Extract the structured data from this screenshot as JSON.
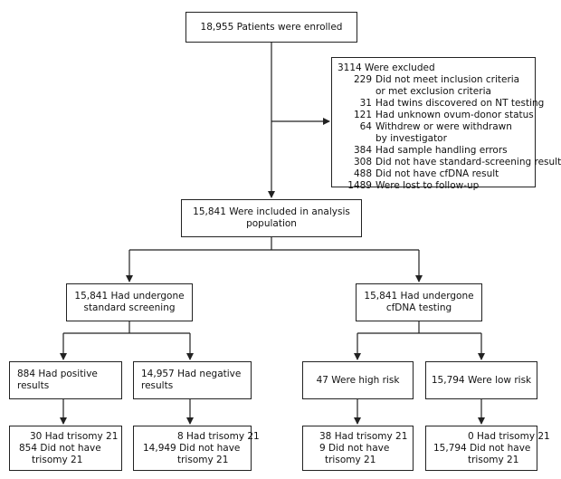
{
  "enrolled": {
    "lines": [
      "18,955 Patients were enrolled"
    ]
  },
  "excluded": {
    "title": "3114 Were excluded",
    "items": [
      {
        "num": "229",
        "lines": [
          "Did not meet inclusion criteria",
          "or met exclusion criteria"
        ]
      },
      {
        "num": "31",
        "lines": [
          "Had twins discovered on NT testing"
        ]
      },
      {
        "num": "121",
        "lines": [
          "Had unknown ovum-donor status"
        ]
      },
      {
        "num": "64",
        "lines": [
          "Withdrew or were withdrawn",
          "by investigator"
        ]
      },
      {
        "num": "384",
        "lines": [
          "Had sample handling errors"
        ]
      },
      {
        "num": "308",
        "lines": [
          "Did not have standard-screening result"
        ]
      },
      {
        "num": "488",
        "lines": [
          "Did not have cfDNA result"
        ]
      },
      {
        "num": "1489",
        "lines": [
          "Were lost to follow-up"
        ]
      }
    ]
  },
  "analysis": {
    "lines": [
      "15,841 Were included in analysis",
      "population"
    ]
  },
  "standard": {
    "lines": [
      "15,841 Had undergone",
      "standard screening"
    ]
  },
  "cfdna": {
    "lines": [
      "15,841 Had undergone",
      "cfDNA testing"
    ]
  },
  "positive": {
    "lines": [
      "884 Had positive",
      "results"
    ]
  },
  "negative": {
    "lines": [
      "14,957 Had negative",
      "results"
    ]
  },
  "highrisk": {
    "lines": [
      "47 Were high risk"
    ]
  },
  "lowrisk": {
    "lines": [
      "15,794 Were low risk"
    ]
  },
  "out_positive": {
    "lines": [
      "30 Had trisomy 21",
      "854 Did not have",
      "trisomy 21"
    ]
  },
  "out_negative": {
    "lines": [
      "8 Had trisomy 21",
      "14,949 Did not have",
      "trisomy 21"
    ]
  },
  "out_highrisk": {
    "lines": [
      "38 Had trisomy 21",
      "9 Did not have",
      "trisomy 21"
    ]
  },
  "out_lowrisk": {
    "lines": [
      "0 Had trisomy 21",
      "15,794 Did not have",
      "trisomy 21"
    ]
  }
}
